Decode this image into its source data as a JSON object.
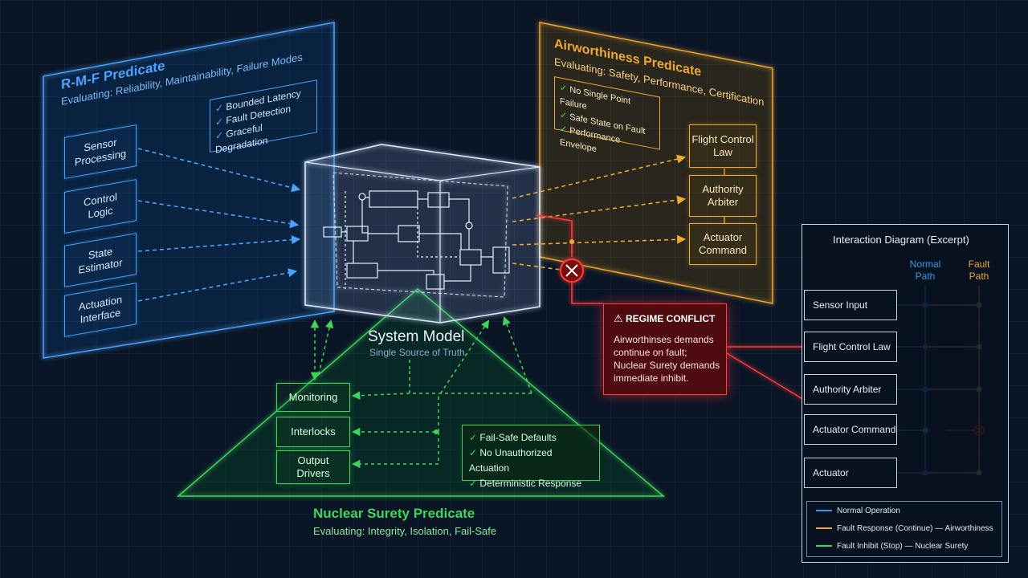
{
  "rmf": {
    "title": "R-M-F Predicate",
    "subtitle": "Evaluating: Reliability, Maintainability, Failure Modes",
    "checks": [
      "Bounded Latency",
      "Fault Detection",
      "Graceful Degradation"
    ],
    "boxes": [
      {
        "line1": "Sensor",
        "line2": "Processing"
      },
      {
        "line1": "Control",
        "line2": "Logic"
      },
      {
        "line1": "State",
        "line2": "Estimator"
      },
      {
        "line1": "Actuation",
        "line2": "Interface"
      }
    ],
    "color": "#4aa3ff"
  },
  "air": {
    "title": "Airworthiness Predicate",
    "subtitle": "Evaluating: Safety, Performance, Certification",
    "checks": [
      "No Single Point Failure",
      "Safe State on Fault",
      "Performance Envelope"
    ],
    "boxes": [
      {
        "line1": "Flight Control",
        "line2": "Law"
      },
      {
        "line1": "Authority",
        "line2": "Arbiter"
      },
      {
        "line1": "Actuator",
        "line2": "Command"
      }
    ],
    "color": "#f0a830"
  },
  "model": {
    "title": "System Model",
    "subtitle": "Single Source of Truth"
  },
  "nuclear": {
    "title": "Nuclear Surety Predicate",
    "subtitle": "Evaluating: Integrity, Isolation, Fail-Safe",
    "boxes": [
      {
        "line1": "Monitoring",
        "line2": ""
      },
      {
        "line1": "Interlocks",
        "line2": ""
      },
      {
        "line1": "Output",
        "line2": "Drivers"
      }
    ],
    "checks": [
      "Fail-Safe Defaults",
      "No Unauthorized Actuation",
      "Deterministic Response"
    ],
    "color": "#3ed65a"
  },
  "conflict": {
    "title": "REGIME CONFLICT",
    "body": [
      "Airworthinses demands",
      "continue on fault;",
      "Nuclear Surety demands",
      "immediate inhibit."
    ],
    "color": "#ff3b3b"
  },
  "interaction": {
    "title": "Interaction Diagram (Excerpt)",
    "col_normal": [
      "Normal",
      "Path"
    ],
    "col_fault": [
      "Fault",
      "Path"
    ],
    "rows": [
      "Sensor Input",
      "Flight Control Law",
      "Authority Arbiter",
      "Actuator Command",
      "Actuator"
    ],
    "legend": [
      {
        "label": "Normal Operation",
        "suffix": ""
      },
      {
        "label": "Fault Response (Continue)",
        "suffix": "— Airworthiness"
      },
      {
        "label": "Fault Inhibit (Stop)",
        "suffix": "— Nuclear Surety"
      }
    ],
    "colors": {
      "normal": "#2f9be8",
      "fault": "#f0a830",
      "inhibit": "#3ed65a",
      "conflict": "#ff3b3b"
    }
  }
}
